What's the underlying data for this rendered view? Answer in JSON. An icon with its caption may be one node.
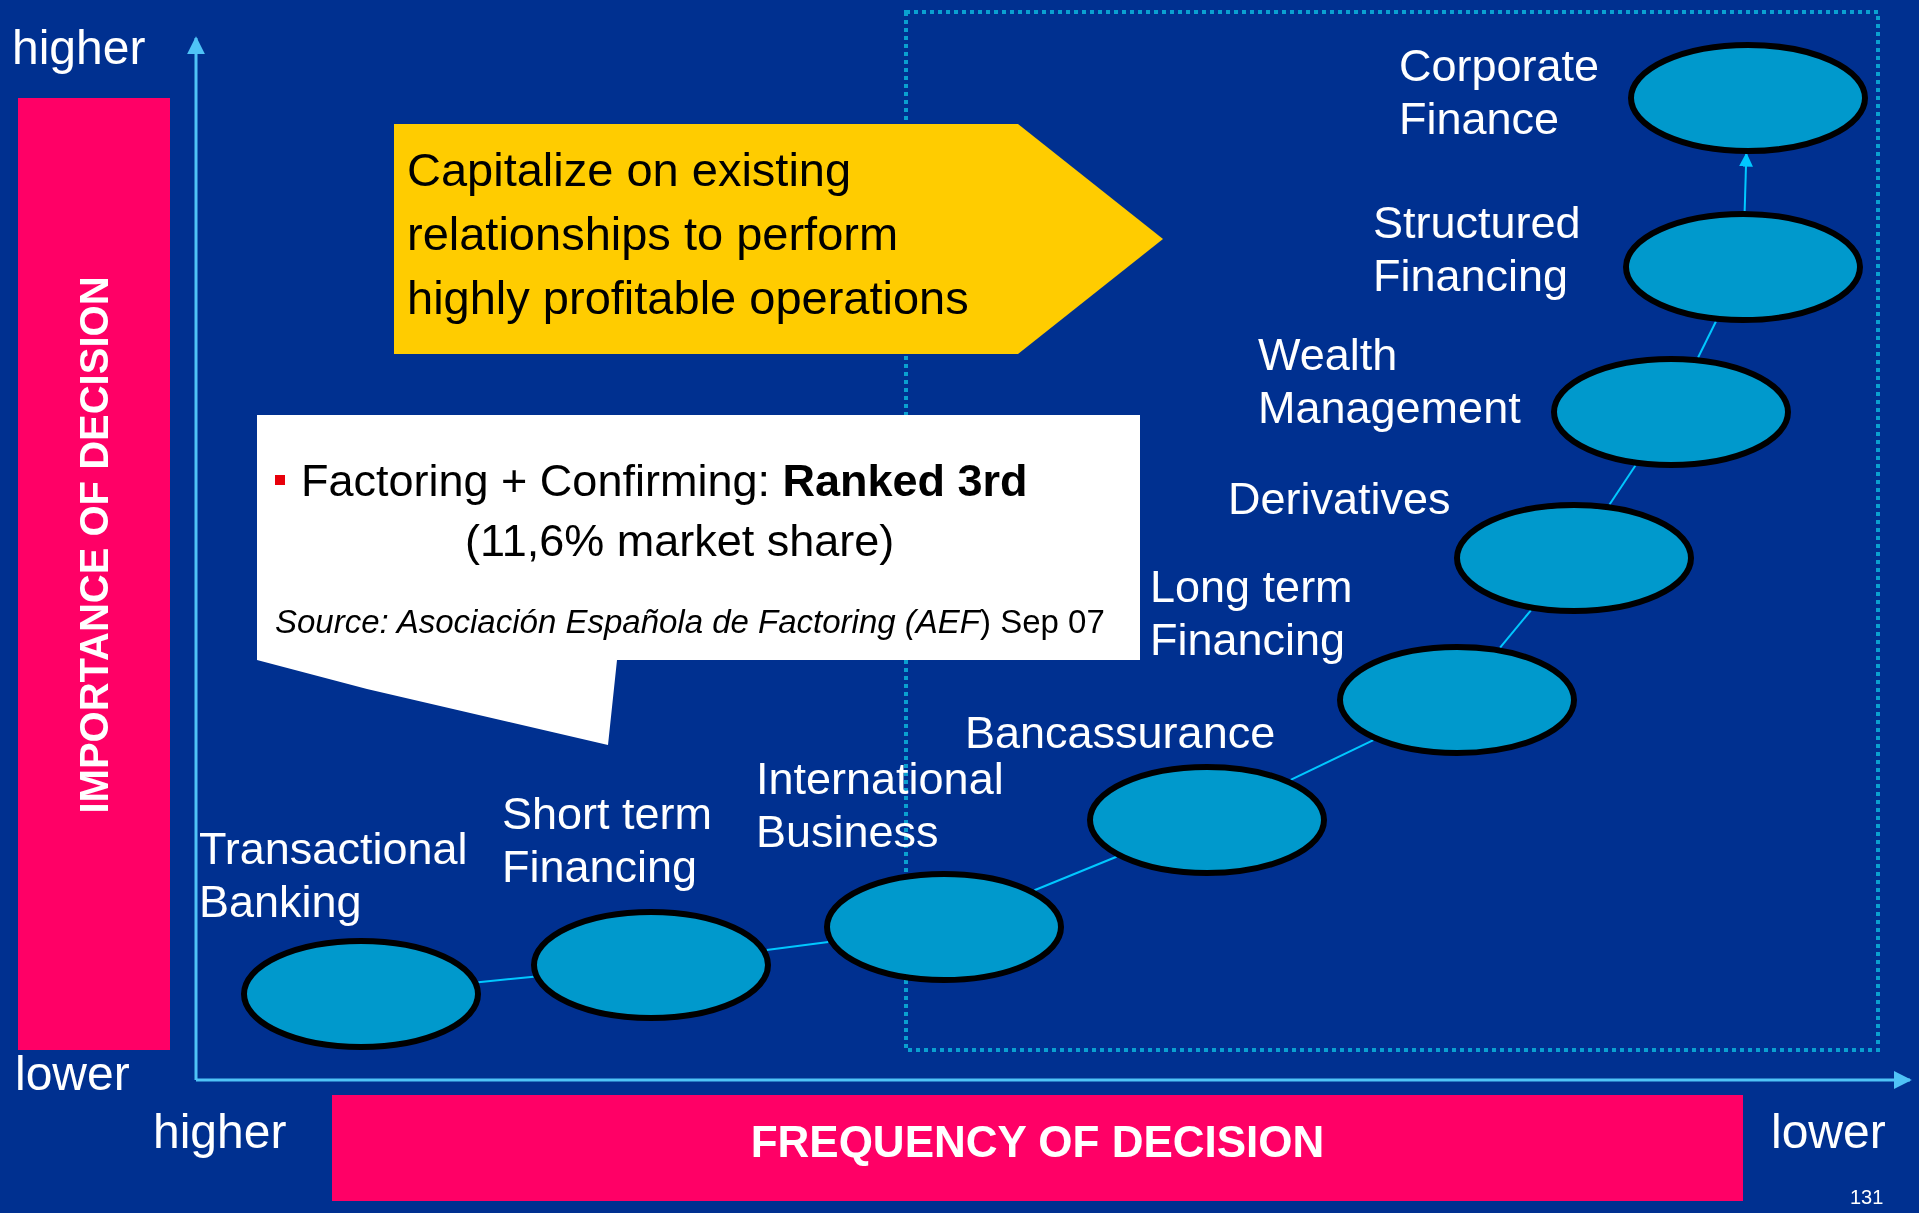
{
  "diagram": {
    "nodes": [
      {
        "text": [
          "Capitalize on existing relationships to perform highly profitable operations"
        ]
      },
      {
        "text": [
          "Factoring + Confirming: **Ranked 3rd**",
          "(11,6% market share)",
          "*Source: Asociación Española de Factoring (AEF*) Sep 07"
        ]
      },
      {
        "text": [
          "IMPORTANCE OF DECISION"
        ]
      },
      {
        "text": [
          "FREQUENCY OF DECISION"
        ]
      },
      {
        "text": [],
        "shape": "ellipse",
        "beside": [
          "Transactional Banking"
        ]
      },
      {
        "text": [],
        "shape": "ellipse",
        "beside": [
          "Short term Financing"
        ]
      },
      {
        "text": [],
        "shape": "ellipse",
        "beside": [
          "International Business"
        ]
      },
      {
        "text": [],
        "shape": "ellipse",
        "beside": [
          "Bancassurance"
        ]
      },
      {
        "text": [],
        "shape": "ellipse",
        "beside": [
          "Long term Financing"
        ]
      },
      {
        "text": [],
        "shape": "ellipse",
        "beside": [
          "Derivatives"
        ]
      },
      {
        "text": [],
        "shape": "ellipse",
        "beside": [
          "Wealth Management"
        ]
      },
      {
        "text": [],
        "shape": "ellipse",
        "beside": [
          "Structured Financing"
        ]
      },
      {
        "text": [],
        "shape": "ellipse",
        "beside": [
          "Corporate Finance"
        ]
      }
    ],
    "edges": [
      {
        "from": 4,
        "to": 5,
        "arrow": "none"
      },
      {
        "from": 5,
        "to": 6,
        "arrow": "none"
      },
      {
        "from": 6,
        "to": 7,
        "arrow": "none"
      },
      {
        "from": 7,
        "to": 8,
        "arrow": "none"
      },
      {
        "from": 8,
        "to": 9,
        "arrow": "none"
      },
      {
        "from": 9,
        "to": 10,
        "arrow": "none"
      },
      {
        "from": 10,
        "to": 11,
        "arrow": "none"
      },
      {
        "from": 11,
        "to": 12,
        "arrow": "to"
      }
    ],
    "labels": [
      "higher",
      "lower",
      "higher",
      "lower",
      "131"
    ]
  }
}
